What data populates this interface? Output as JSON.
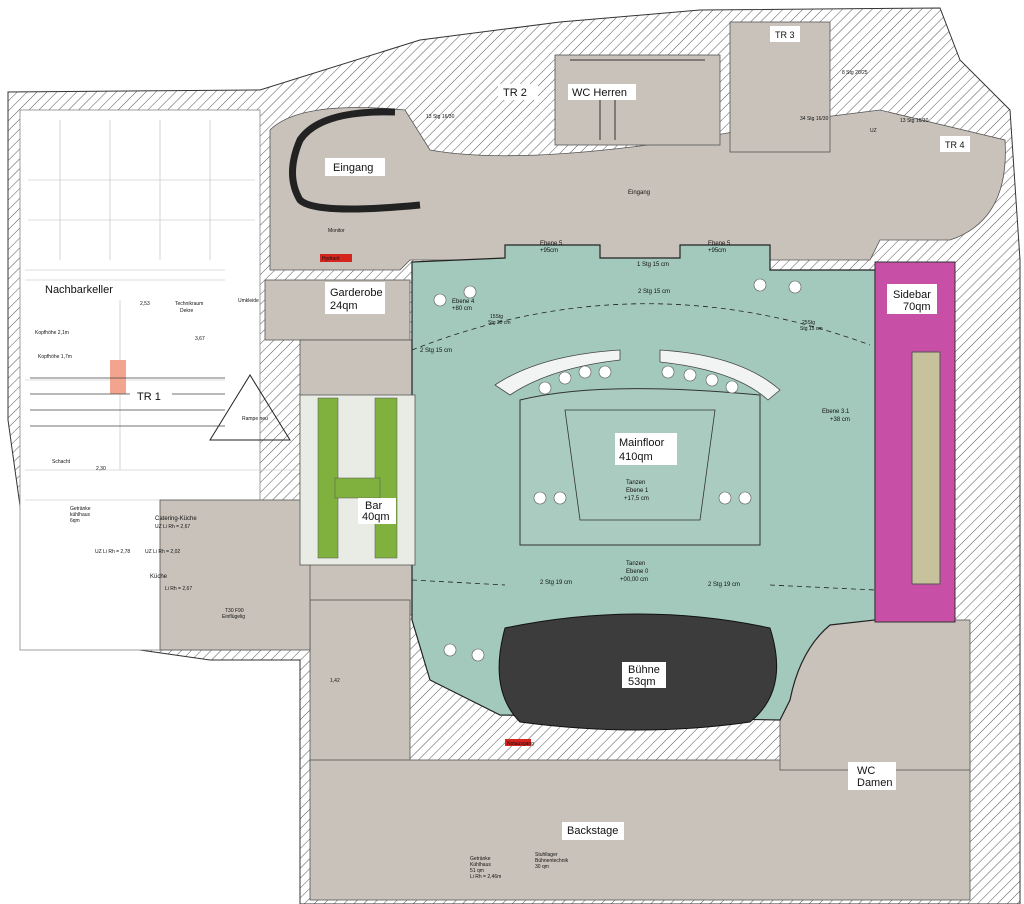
{
  "rooms": {
    "eingang": "Eingang",
    "eingang_top": "Eingang",
    "tr1": "TR 1",
    "tr2": "TR 2",
    "tr3": "TR 3",
    "tr4": "TR 4",
    "wc_herren": "WC Herren",
    "wc_damen_1": "WC",
    "wc_damen_2": "Damen",
    "garderobe_1": "Garderobe",
    "garderobe_2": "24qm",
    "sidebar_1": "Sidebar",
    "sidebar_2": "70qm",
    "mainfloor_1": "Mainfloor",
    "mainfloor_2": "410qm",
    "bar_1": "Bar",
    "bar_2": "40qm",
    "buehne_1": "Bühne",
    "buehne_2": "53qm",
    "backstage": "Backstage",
    "nachbarkeller": "Nachbarkeller",
    "kueche": "Küche",
    "catering": "Catering-Küche",
    "schacht": "Schacht",
    "umkleide": "Umkleide",
    "rampe": "Rampe neu",
    "technikraum_1": "Technikraum",
    "technikraum_2": "Dekre",
    "monitor": "Monitor",
    "hydrant": "Hydrant",
    "notausgang": "Notausgang"
  },
  "levels": {
    "ebene5_left_1": "Ebene 5",
    "ebene5_left_2": "+95cm",
    "ebene5_right_1": "Ebene 5",
    "ebene5_right_2": "+95cm",
    "ebene4_1": "Ebene 4",
    "ebene4_2": "+80 cm",
    "ebene31_1": "Ebene 3.1",
    "ebene31_2": "+38 cm",
    "tanzen1_1": "Tanzen",
    "tanzen1_2": "Ebene 1",
    "tanzen1_3": "+17,5 cm",
    "tanzen0_1": "Tanzen",
    "tanzen0_2": "Ebene 0",
    "tanzen0_3": "+00,00 cm"
  },
  "steps": {
    "stg1_15": "1 Stg 15 cm",
    "stg2_15_top": "2 Stg 15 cm",
    "stg2_15_left": "2 Stg 15 cm",
    "stg15_30": "15Stg",
    "stg15_30b": "Stg 30 cm",
    "stg25_15": "25Stg",
    "stg25_15b": "Stg 15 cm",
    "stg2_19_left": "2 Stg 19 cm",
    "stg2_19_right": "2 Stg 19 cm",
    "stg13_tr2": "13 Stg 16/30",
    "stg34_tr3": "34 Stg 16/30",
    "stg8_tr3": "8 Stg 20/25",
    "stg13_tr4": "13 Stg 16/30",
    "uz": "UZ"
  },
  "annotations": {
    "kopfhoehe_1": "Kopfhöhe 2,1m",
    "kopfhoehe_2": "Kopfhöhe 1,7m",
    "getraenke_kuehl_1": "Getränke",
    "getraenke_kuehl_2": "kühlhaus",
    "getraenke_kuehl_3": "6qm",
    "uz_rh_1": "UZ Li Rh = 2,67",
    "uz_rh_2": "UZ Li Rh = 2,78",
    "uz_rh_3": "UZ Li Rh = 2,02",
    "li_rh_kueche": "Li Rh = 2,67",
    "t30_1": "T30 F90",
    "t30_2": "Einflügelig",
    "dim_253": "2,53",
    "dim_367": "3,67",
    "dim_230": "2,30",
    "dim_142": "1,42",
    "getraenke_bs_1": "Getränke",
    "getraenke_bs_2": "Kühlhaus",
    "getraenke_bs_3": "51 qm",
    "getraenke_bs_4": "Li Rh = 2,46m",
    "stuhllager_1": "Stuhllager",
    "stuhllager_2": "Bühnentechnik",
    "stuhllager_3": "30 qm"
  },
  "colors": {
    "wall": "#c9c2bb",
    "floor_green": "#a3c9bd",
    "sidebar_pink": "#c84fa6",
    "bar_green": "#80b13f",
    "stage_dark": "#3c3c3c",
    "hydrant_red": "#d4241e",
    "tr1_orange": "#f2a48e"
  }
}
